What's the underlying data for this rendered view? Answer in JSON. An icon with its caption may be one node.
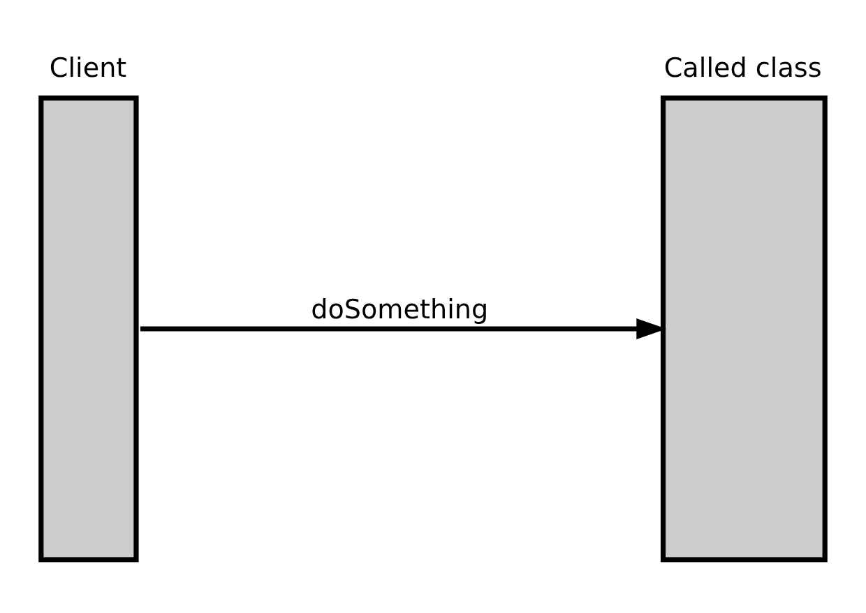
{
  "diagram": {
    "nodes": [
      {
        "text": [
          "Client"
        ]
      },
      {
        "text": [
          "Called class"
        ]
      }
    ],
    "edges": [
      {
        "from": 0,
        "to": 1,
        "arrow": "to",
        "label": "doSomething"
      }
    ]
  }
}
